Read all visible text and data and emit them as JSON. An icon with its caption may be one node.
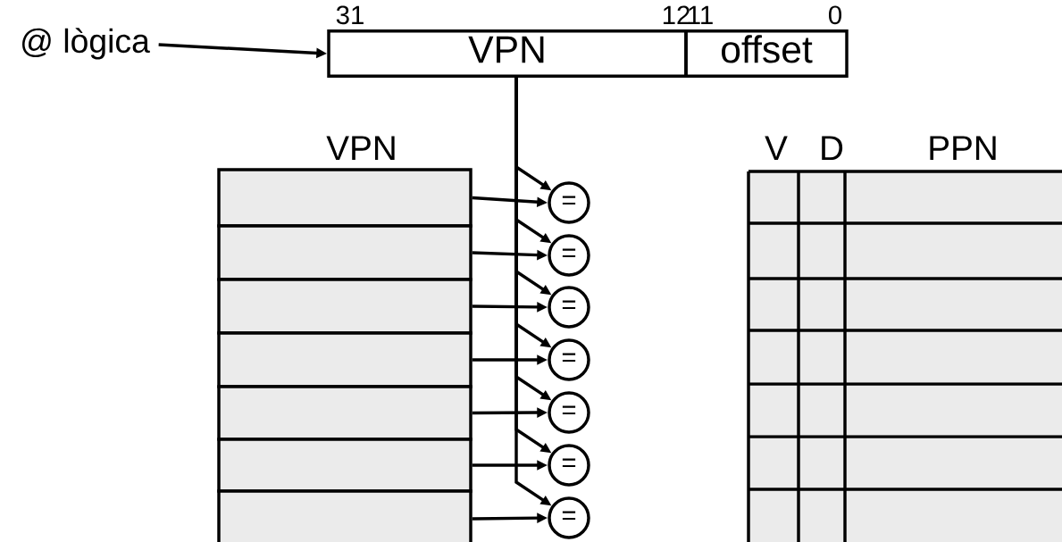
{
  "diagram": {
    "nodes": [
      {
        "text": [
          "@ lògica"
        ]
      },
      {
        "text": [
          "VPN"
        ]
      },
      {
        "text": [
          "offset"
        ]
      },
      {
        "text": [],
        "shape": "box"
      },
      {
        "text": [],
        "shape": "box"
      },
      {
        "text": [],
        "shape": "box"
      },
      {
        "text": [],
        "shape": "box"
      },
      {
        "text": [],
        "shape": "box"
      },
      {
        "text": [],
        "shape": "box"
      },
      {
        "text": [],
        "shape": "box"
      },
      {
        "text": [
          "="
        ]
      },
      {
        "text": [
          "="
        ]
      },
      {
        "text": [
          "="
        ]
      },
      {
        "text": [
          "="
        ]
      },
      {
        "text": [
          "="
        ]
      },
      {
        "text": [
          "="
        ]
      },
      {
        "text": [
          "="
        ]
      }
    ],
    "edges": [
      {
        "from": 0,
        "to": 1,
        "arrow": "to"
      },
      {
        "from": 3,
        "to": 10,
        "arrow": "to"
      },
      {
        "from": 4,
        "to": 11,
        "arrow": "to"
      },
      {
        "from": 5,
        "to": 12,
        "arrow": "to"
      },
      {
        "from": 6,
        "to": 13,
        "arrow": "to"
      },
      {
        "from": 7,
        "to": 14,
        "arrow": "to"
      },
      {
        "from": 8,
        "to": 15,
        "arrow": "to"
      },
      {
        "from": 9,
        "to": 16,
        "arrow": "to"
      },
      {
        "from": 1,
        "to": 10,
        "arrow": "to"
      },
      {
        "from": 1,
        "to": 11,
        "arrow": "to"
      },
      {
        "from": 1,
        "to": 12,
        "arrow": "to"
      },
      {
        "from": 1,
        "to": 13,
        "arrow": "to"
      },
      {
        "from": 1,
        "to": 14,
        "arrow": "to"
      },
      {
        "from": 1,
        "to": 15,
        "arrow": "to"
      },
      {
        "from": 1,
        "to": 16,
        "arrow": "to"
      }
    ],
    "labels": [
      "31",
      "12",
      "11",
      "0",
      "VPN",
      "V",
      "D",
      "PPN"
    ]
  }
}
